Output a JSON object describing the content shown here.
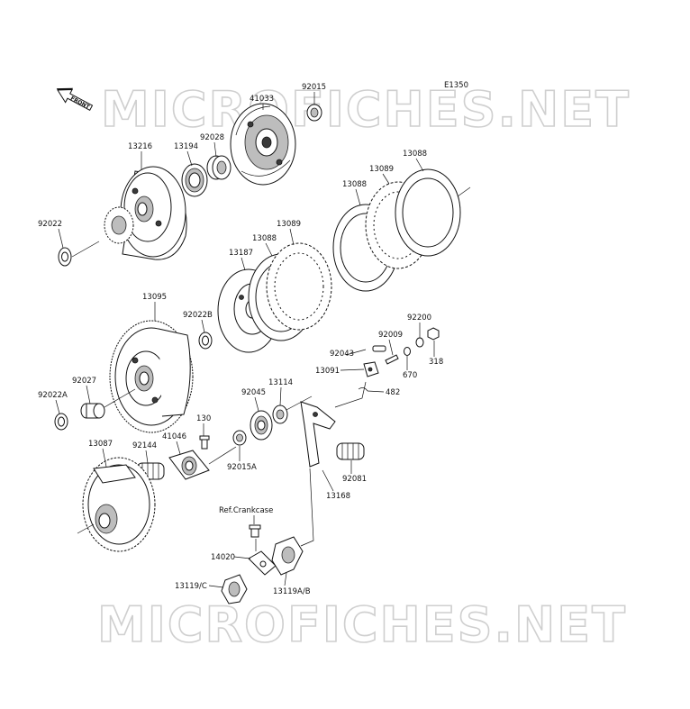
{
  "diagram": {
    "code": "E1350",
    "front_label": "FRONT",
    "watermark": "MICROFICHES.NET",
    "labels": [
      {
        "id": "92015",
        "text": "92015"
      },
      {
        "id": "41033",
        "text": "41033"
      },
      {
        "id": "92028",
        "text": "92028"
      },
      {
        "id": "13194",
        "text": "13194"
      },
      {
        "id": "13216",
        "text": "13216"
      },
      {
        "id": "92022",
        "text": "92022"
      },
      {
        "id": "13088a",
        "text": "13088"
      },
      {
        "id": "13089a",
        "text": "13089"
      },
      {
        "id": "13088b",
        "text": "13088"
      },
      {
        "id": "13089b",
        "text": "13089"
      },
      {
        "id": "13088c",
        "text": "13088"
      },
      {
        "id": "13187",
        "text": "13187"
      },
      {
        "id": "13095",
        "text": "13095"
      },
      {
        "id": "92022B",
        "text": "92022B"
      },
      {
        "id": "92200",
        "text": "92200"
      },
      {
        "id": "92009",
        "text": "92009"
      },
      {
        "id": "92043",
        "text": "92043"
      },
      {
        "id": "318",
        "text": "318"
      },
      {
        "id": "670",
        "text": "670"
      },
      {
        "id": "13091",
        "text": "13091"
      },
      {
        "id": "482",
        "text": "482"
      },
      {
        "id": "92027",
        "text": "92027"
      },
      {
        "id": "92022A",
        "text": "92022A"
      },
      {
        "id": "13114",
        "text": "13114"
      },
      {
        "id": "92045",
        "text": "92045"
      },
      {
        "id": "130",
        "text": "130"
      },
      {
        "id": "41046",
        "text": "41046"
      },
      {
        "id": "13087",
        "text": "13087"
      },
      {
        "id": "92144",
        "text": "92144"
      },
      {
        "id": "92015A",
        "text": "92015A"
      },
      {
        "id": "92081",
        "text": "92081"
      },
      {
        "id": "13168",
        "text": "13168"
      },
      {
        "id": "refcrankcase",
        "text": "Ref.Crankcase"
      },
      {
        "id": "14020",
        "text": "14020"
      },
      {
        "id": "13119C",
        "text": "13119/C"
      },
      {
        "id": "13119AB",
        "text": "13119A/B"
      }
    ]
  }
}
